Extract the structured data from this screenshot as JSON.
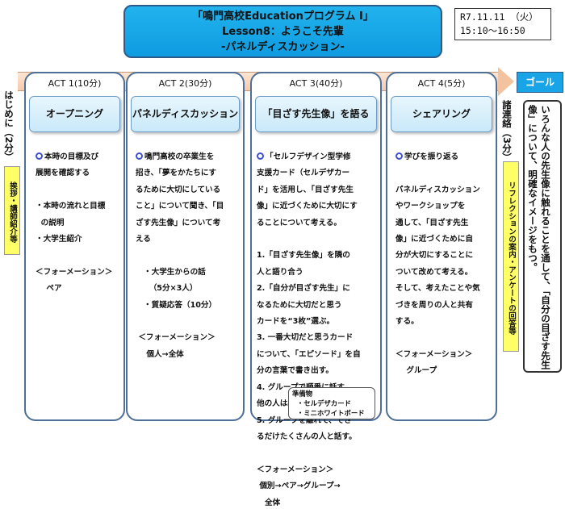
{
  "header": {
    "title_line1": "「鳴門高校Educationプログラム Ⅰ」",
    "title_line2": "Lesson8：ようこそ先輩",
    "title_line3": "-パネルディスカッション-",
    "date": "R7.11.11 （火）\n15:10～16:50"
  },
  "goal": {
    "label": "ゴール",
    "text": "いろんな人の先生像に触れることを通して、「自分の目ざす先生\n像」について、明確なイメージをもつ。"
  },
  "left": {
    "intro": "はじめに（2分）",
    "intro_note": "挨拶・講師紹介等"
  },
  "right": {
    "contact": "諸連絡（3分）",
    "contact_note": "リフレクションの案内・アンケートの回答等"
  },
  "acts": [
    {
      "label": "ACT 1(10分)",
      "heading": "オープニング",
      "body": "本時の目標及び\n展開を確認する\n\n・本時の流れと目標\n  の説明\n・大学生紹介\n\n＜フォーメーション＞\n    ペア"
    },
    {
      "label": "ACT 2(30分)",
      "heading": "パネルディスカッション",
      "body": "鳴門高校の卒業生を\n招き、「夢をかたちにす\nるために大切にしている\nこと」について聞き、「目\nざす先生像」について考\nえる\n\n   ・大学生からの話\n     （5分×3人）\n   ・質疑応答（10分）\n\n ＜フォーメーション＞\n    個人→全体"
    },
    {
      "label": "ACT 3(40分)",
      "heading": "「目ざす先生像」を語る",
      "body": "「セルフデザイン型学修\n支援カード（セルデザカー\nド」を活用し、「目ざす先生\n像」に近づくために大切にす\nることについて考える。\n\n1.「目ざす先生像」を隣の\n人と語り合う\n2.「自分が目ざす先生」に\nなるために大切だと思う\nカードを“3枚”選ぶ。\n3. 一番大切だと思うカード\nについて、「エピソード」を自\n分の言葉で書き出す。\n4. グループで順番に話す。\n他の人は必ず一つ質問する。\n5. グループを離れて、でき\nるだけたくさんの人と話す。\n\n＜フォーメーション＞\n 個別→ペア→グループ→\n   全体",
      "prep": "準備物\n  ・セルデザカード\n  ・ミニホワイトボード"
    },
    {
      "label": "ACT 4(5分)",
      "heading": "シェアリング",
      "body": "学びを振り返る\n\nパネルディスカッション\nやワークショップを\n通して、「目ざす先生\n像」に近づくために自\n分が大切にすることに\nついて改めて考える。\nそして、考えたことや気\nづきを周りの人と共有\nする。\n\n＜フォーメーション＞\n    グループ"
    }
  ],
  "colors": {
    "title_bg": "#1aa4e8",
    "col_border": "#4d6f98",
    "arrow": "#f7c9a8",
    "highlight": "#ffff66"
  }
}
